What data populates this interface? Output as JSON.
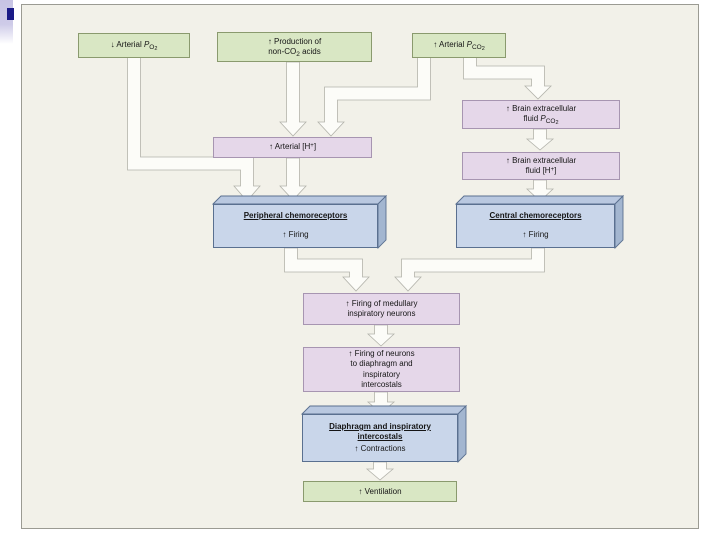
{
  "decor": {
    "accent_square_color": "#1b1b87",
    "strip_color": "#c9c6e6"
  },
  "palette": {
    "frame_bg": "#f2f1e9",
    "green_fill": "#d9e7c4",
    "purple_fill": "#e5d7e9",
    "blue_fill": "#c9d6ea",
    "connector_fill": "#fcfcf8"
  },
  "boxes": {
    "arterial_po2": {
      "pre": "↓ Arterial ",
      "p": "P",
      "sub": "O",
      "sub2": "2"
    },
    "production": {
      "l1": "↑ Production of",
      "l2a": "non-CO",
      "l2sub": "2",
      "l2b": " acids"
    },
    "arterial_pco2": {
      "pre": "↑ Arterial ",
      "p": "P",
      "sub": "CO",
      "sub2": "2"
    },
    "arterial_h": {
      "t1": "↑ Arterial [H",
      "sup": "+",
      "t2": "]"
    },
    "brain_pco2": {
      "l1": "↑ Brain extracellular",
      "l2a": "fluid ",
      "p": "P",
      "sub": "CO",
      "sub2": "2"
    },
    "brain_h": {
      "l1": "↑ Brain extracellular",
      "l2a": "fluid [H",
      "sup": "+",
      "l2b": "]"
    },
    "peripheral": {
      "title": "Peripheral chemoreceptors",
      "firing": "↑ Firing"
    },
    "central": {
      "title": "Central chemoreceptors",
      "firing": "↑ Firing"
    },
    "medullary": {
      "l1": "↑ Firing of medullary",
      "l2": "inspiratory neurons"
    },
    "neurons": {
      "l1": "↑ Firing of neurons",
      "l2": "to diaphragm and",
      "l3": "inspiratory",
      "l4": "intercostals"
    },
    "diaphragm": {
      "t1": "Diaphragm and inspiratory",
      "t2": "intercostals",
      "sub": "↑ Contractions"
    },
    "ventilation": {
      "t": "↑ Ventilation"
    }
  }
}
